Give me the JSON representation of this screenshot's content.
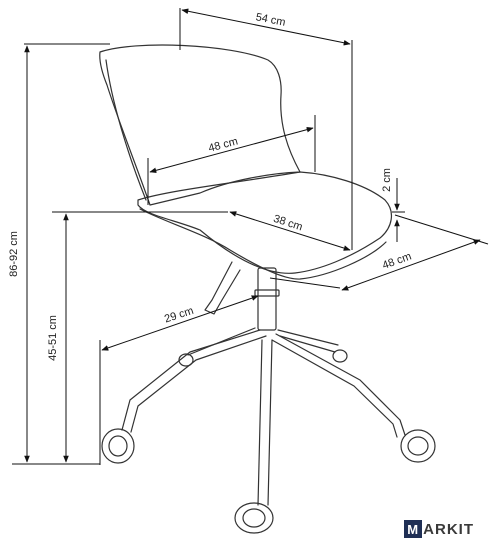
{
  "dimensions": {
    "top_width": "54 cm",
    "back_width": "48 cm",
    "seat_depth": "38 cm",
    "seat_thickness": "2 cm",
    "seat_width": "48 cm",
    "base_radius": "29 cm",
    "total_height": "86-92 cm",
    "seat_height": "45-51 cm"
  },
  "logo": {
    "first_letter": "M",
    "rest": "ARKIT"
  },
  "colors": {
    "line": "#222222",
    "logo_box": "#1f2f55"
  }
}
